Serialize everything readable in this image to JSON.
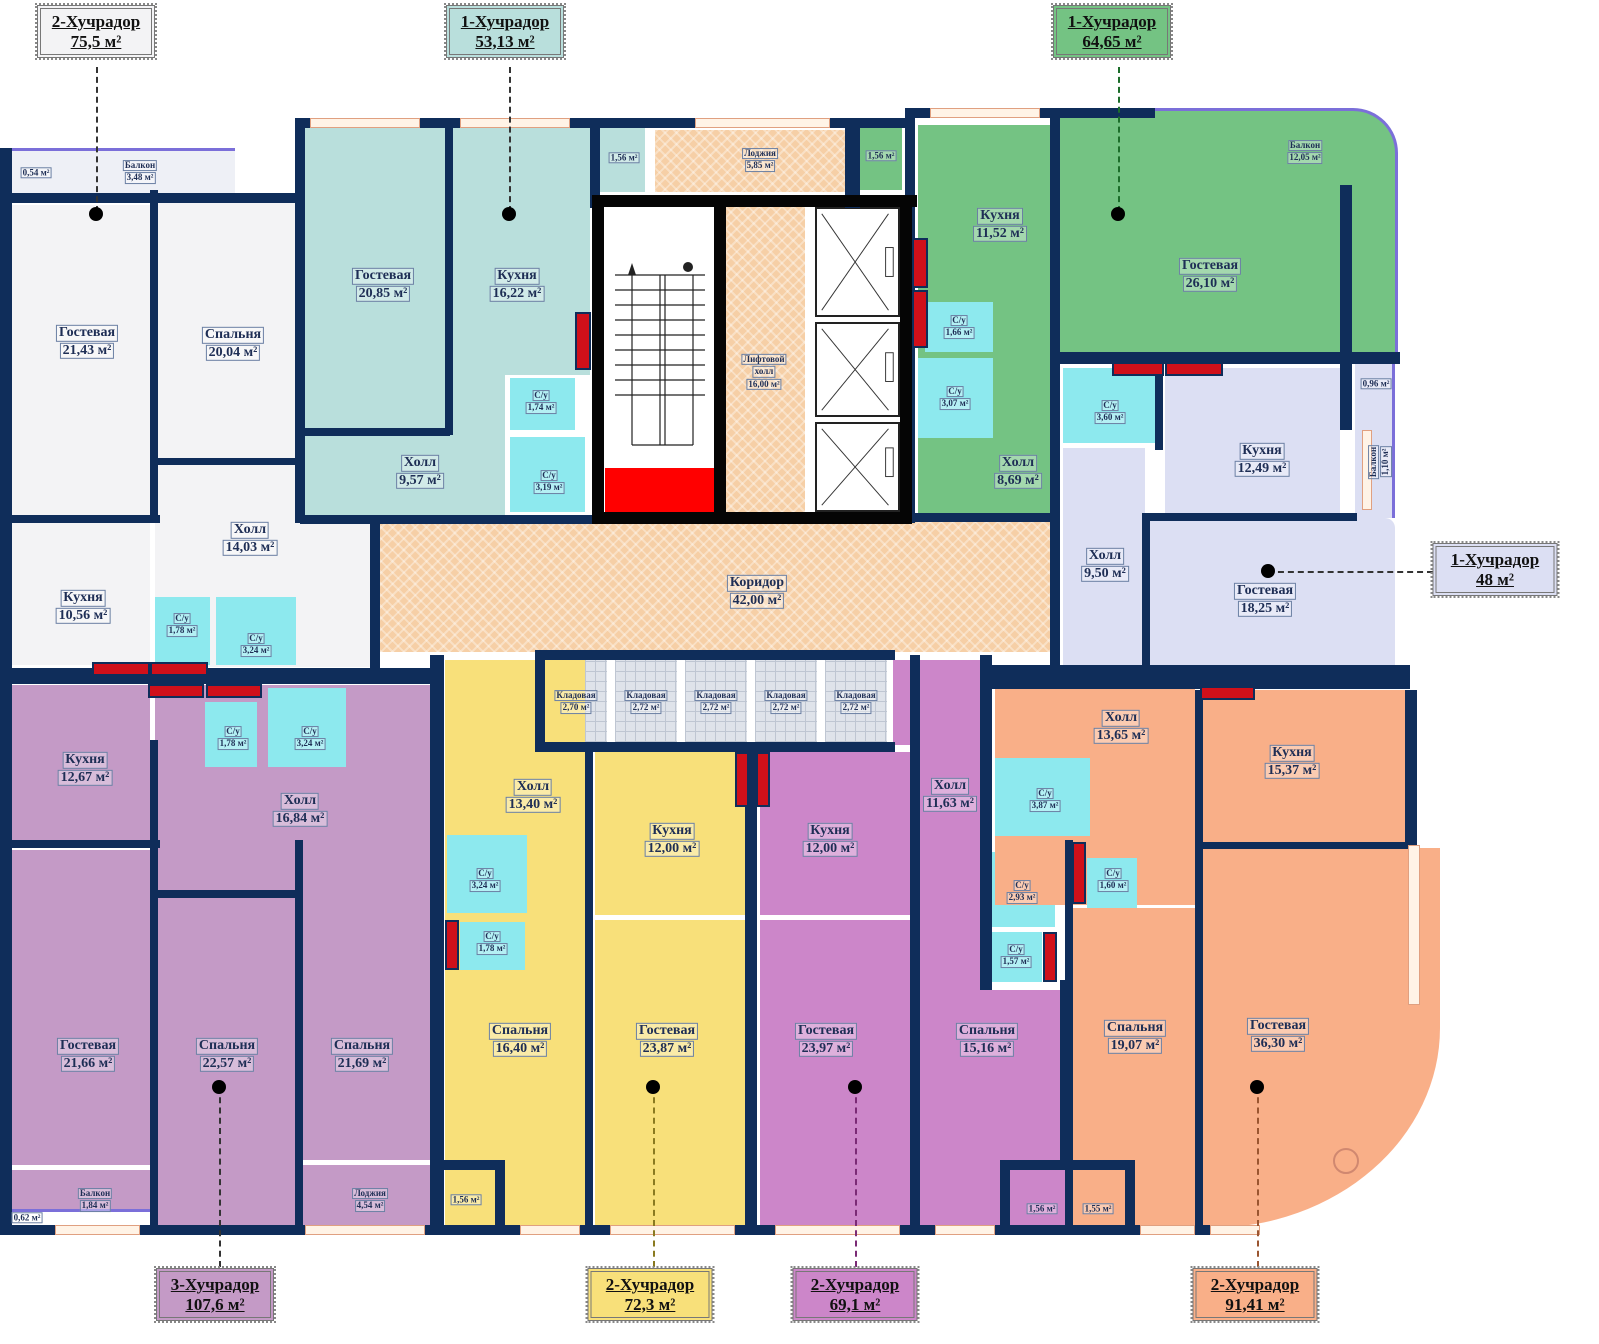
{
  "colors": {
    "wall": "#0f2d5a",
    "unit_grey": "#f3f3f5",
    "unit_teal": "#b9dfdc",
    "unit_green": "#74c383",
    "unit_lavender": "#dcdff3",
    "unit_purple": "#c49ac6",
    "unit_yellow": "#f8e07a",
    "unit_magenta": "#cc86c9",
    "unit_orange": "#f9af88",
    "bathroom": "#8de9ee",
    "corridor": "#f6cfa6",
    "storage": "#dfe3ea",
    "vent": "#d0101a",
    "balcony_edge": "#7b6fd9"
  },
  "unit_tags": [
    {
      "id": "top-left",
      "line1": "2-Хучрадор",
      "line2": "75,5 м²",
      "bg": "#f3f3f5"
    },
    {
      "id": "top-center",
      "line1": "1-Хучрадор",
      "line2": "53,13 м²",
      "bg": "#b9dfdc"
    },
    {
      "id": "top-right",
      "line1": "1-Хучрадор",
      "line2": "64,65 м²",
      "bg": "#74c383"
    },
    {
      "id": "right",
      "line1": "1-Хучрадор",
      "line2": "48 м²",
      "bg": "#dcdff3"
    },
    {
      "id": "bottom-1",
      "line1": "3-Хучрадор",
      "line2": "107,6 м²",
      "bg": "#c49ac6"
    },
    {
      "id": "bottom-2",
      "line1": "2-Хучрадор",
      "line2": "72,3 м²",
      "bg": "#f8e07a"
    },
    {
      "id": "bottom-3",
      "line1": "2-Хучрадор",
      "line2": "69,1 м²",
      "bg": "#cc86c9"
    },
    {
      "id": "bottom-4",
      "line1": "2-Хучрадор",
      "line2": "91,41 м²",
      "bg": "#f9af88"
    }
  ],
  "rooms": {
    "a_balc_small": {
      "name": "",
      "area": "0,54 м²"
    },
    "a_balcony": {
      "name": "Балкон",
      "area": "3,48 м²"
    },
    "a_guest": {
      "name": "Гостевая",
      "area": "21,43 м²"
    },
    "a_bedroom": {
      "name": "Спальня",
      "area": "20,04 м²"
    },
    "a_hall": {
      "name": "Холл",
      "area": "14,03 м²"
    },
    "a_kitchen": {
      "name": "Кухня",
      "area": "10,56 м²"
    },
    "a_wc1": {
      "name": "С/у",
      "area": "1,78 м²"
    },
    "a_wc2": {
      "name": "С/у",
      "area": "3,24 м²"
    },
    "b_guest": {
      "name": "Гостевая",
      "area": "20,85 м²"
    },
    "b_kitchen": {
      "name": "Кухня",
      "area": "16,22 м²"
    },
    "b_hall": {
      "name": "Холл",
      "area": "9,57 м²"
    },
    "b_wc1": {
      "name": "С/у",
      "area": "1,74 м²"
    },
    "b_wc2": {
      "name": "С/у",
      "area": "3,19 м²"
    },
    "b_balc": {
      "name": "",
      "area": "1,56 м²"
    },
    "loggia_top": {
      "name": "Лоджия",
      "area": "5,85 м²"
    },
    "lift_hall": {
      "name": "Лифтовой",
      "name2": "холл",
      "area": "16,00 м²"
    },
    "corridor": {
      "name": "Коридор",
      "area": "42,00 м²"
    },
    "c_balc": {
      "name": "",
      "area": "1,56 м²"
    },
    "c_kitchen": {
      "name": "Кухня",
      "area": "11,52 м²"
    },
    "c_balcony": {
      "name": "Балкон",
      "area": "12,05 м²"
    },
    "c_guest": {
      "name": "Гостевая",
      "area": "26,10 м²"
    },
    "c_wc1": {
      "name": "С/у",
      "area": "1,66 м²"
    },
    "c_wc2": {
      "name": "С/у",
      "area": "3,07 м²"
    },
    "c_hall": {
      "name": "Холл",
      "area": "8,69 м²"
    },
    "d_wc": {
      "name": "С/у",
      "area": "3,60 м²"
    },
    "d_kitchen": {
      "name": "Кухня",
      "area": "12,49 м²"
    },
    "d_hall": {
      "name": "Холл",
      "area": "9,50 м²"
    },
    "d_guest": {
      "name": "Гостевая",
      "area": "18,25 м²"
    },
    "d_balc_small": {
      "name": "",
      "area": "0,96 м²"
    },
    "d_balcony": {
      "name": "Балкон",
      "area": "1,10 м²"
    },
    "e_kitchen": {
      "name": "Кухня",
      "area": "12,67 м²"
    },
    "e_wc1": {
      "name": "С/у",
      "area": "1,78 м²"
    },
    "e_wc2": {
      "name": "С/у",
      "area": "3,24 м²"
    },
    "e_hall": {
      "name": "Холл",
      "area": "16,84 м²"
    },
    "e_guest": {
      "name": "Гостевая",
      "area": "21,66 м²"
    },
    "e_bed1": {
      "name": "Спальня",
      "area": "22,57 м²"
    },
    "e_bed2": {
      "name": "Спальня",
      "area": "21,69 м²"
    },
    "e_loggia": {
      "name": "Лоджия",
      "area": "4,54 м²"
    },
    "e_balcony": {
      "name": "Балкон",
      "area": "1,84 м²"
    },
    "e_balc_small": {
      "name": "",
      "area": "0,62 м²"
    },
    "storage": [
      {
        "name": "Кладовая",
        "area": "2,70 м²"
      },
      {
        "name": "Кладовая",
        "area": "2,72 м²"
      },
      {
        "name": "Кладовая",
        "area": "2,72 м²"
      },
      {
        "name": "Кладовая",
        "area": "2,72 м²"
      },
      {
        "name": "Кладовая",
        "area": "2,72 м²"
      }
    ],
    "f_hall": {
      "name": "Холл",
      "area": "13,40 м²"
    },
    "f_wc1": {
      "name": "С/у",
      "area": "3,24 м²"
    },
    "f_wc2": {
      "name": "С/у",
      "area": "1,78 м²"
    },
    "f_kitchen": {
      "name": "Кухня",
      "area": "12,00 м²"
    },
    "f_bedroom": {
      "name": "Спальня",
      "area": "16,40 м²"
    },
    "f_guest": {
      "name": "Гостевая",
      "area": "23,87 м²"
    },
    "f_balc": {
      "name": "",
      "area": "1,56 м²"
    },
    "g_kitchen": {
      "name": "Кухня",
      "area": "12,00 м²"
    },
    "g_guest": {
      "name": "Гостевая",
      "area": "23,97 м²"
    },
    "g_hall": {
      "name": "Холл",
      "area": "11,63 м²"
    },
    "g_wc1": {
      "name": "С/у",
      "area": "2,93 м²"
    },
    "g_wc2": {
      "name": "С/у",
      "area": "1,57 м²"
    },
    "g_bedroom": {
      "name": "Спальня",
      "area": "15,16 м²"
    },
    "g_balc": {
      "name": "",
      "area": "1,56 м²"
    },
    "h_hall": {
      "name": "Холл",
      "area": "13,65 м²"
    },
    "h_wc1": {
      "name": "С/у",
      "area": "3,87 м²"
    },
    "h_wc2": {
      "name": "С/у",
      "area": "1,60 м²"
    },
    "h_kitchen": {
      "name": "Кухня",
      "area": "15,37 м²"
    },
    "h_bedroom": {
      "name": "Спальня",
      "area": "19,07 м²"
    },
    "h_guest": {
      "name": "Гостевая",
      "area": "36,30 м²"
    },
    "h_balc": {
      "name": "",
      "area": "1,55 м²"
    }
  }
}
